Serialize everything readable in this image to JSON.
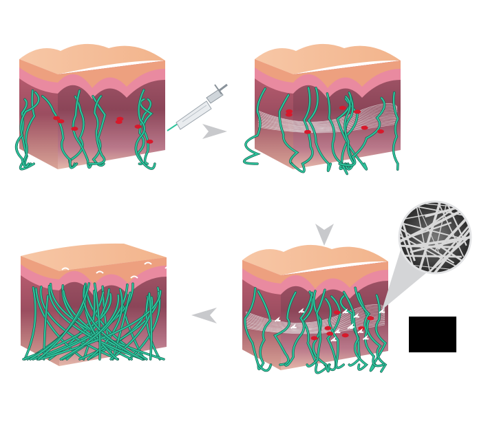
{
  "colors": {
    "skin_surface": "#f6c3a0",
    "epidermis": "#eda07f",
    "dermis_pink": "#e98aa0",
    "dermis_dark": "#8b4558",
    "dermis_bottom": "#e2b3a4",
    "collagen_fiber": "#2ec39c",
    "blood_cell": "#d7192b",
    "arrow": "#c8c9cc",
    "scaffold": "#e8e8e8",
    "marker_box": "#000000"
  },
  "panels": [
    {
      "id": "injection",
      "fiber_density": "sparse",
      "icons": [
        "syringe-icon"
      ]
    },
    {
      "id": "scaffold-formation",
      "fiber_density": "sparse",
      "icons": [
        "mesh-scaffold-icon"
      ]
    },
    {
      "id": "cell-migration",
      "fiber_density": "medium",
      "icons": [
        "magnified-nanofiber-icon",
        "cell-arrows-icon"
      ]
    },
    {
      "id": "regeneration",
      "fiber_density": "dense",
      "icons": []
    }
  ]
}
